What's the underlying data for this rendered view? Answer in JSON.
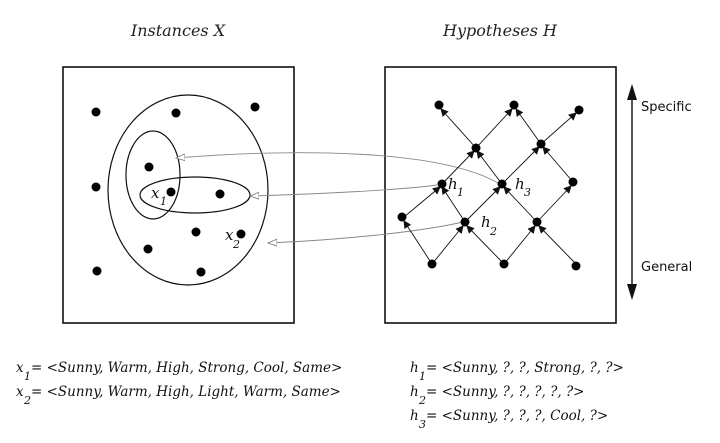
{
  "titles": {
    "instances": "Instances X",
    "hypotheses": "Hypotheses H"
  },
  "axis": {
    "top": "Specific",
    "bottom": "General"
  },
  "labels": {
    "x1": {
      "base": "x",
      "sub": "1"
    },
    "x2": {
      "base": "x",
      "sub": "2"
    },
    "h1": {
      "base": "h",
      "sub": "1"
    },
    "h2": {
      "base": "h",
      "sub": "2"
    },
    "h3": {
      "base": "h",
      "sub": "3"
    }
  },
  "instance_defs": [
    {
      "base": "x",
      "sub": "1",
      "text": "= <Sunny, Warm, High, Strong, Cool, Same>"
    },
    {
      "base": "x",
      "sub": "2",
      "text": "= <Sunny, Warm, High, Light, Warm, Same>"
    }
  ],
  "hypothesis_defs": [
    {
      "base": "h",
      "sub": "1",
      "text": "= <Sunny, ?, ?, Strong, ?, ?>"
    },
    {
      "base": "h",
      "sub": "2",
      "text": "= <Sunny, ?, ?, ?, ?, ?>"
    },
    {
      "base": "h",
      "sub": "3",
      "text": "= <Sunny, ?, ?, ?, Cool, ?>"
    }
  ]
}
